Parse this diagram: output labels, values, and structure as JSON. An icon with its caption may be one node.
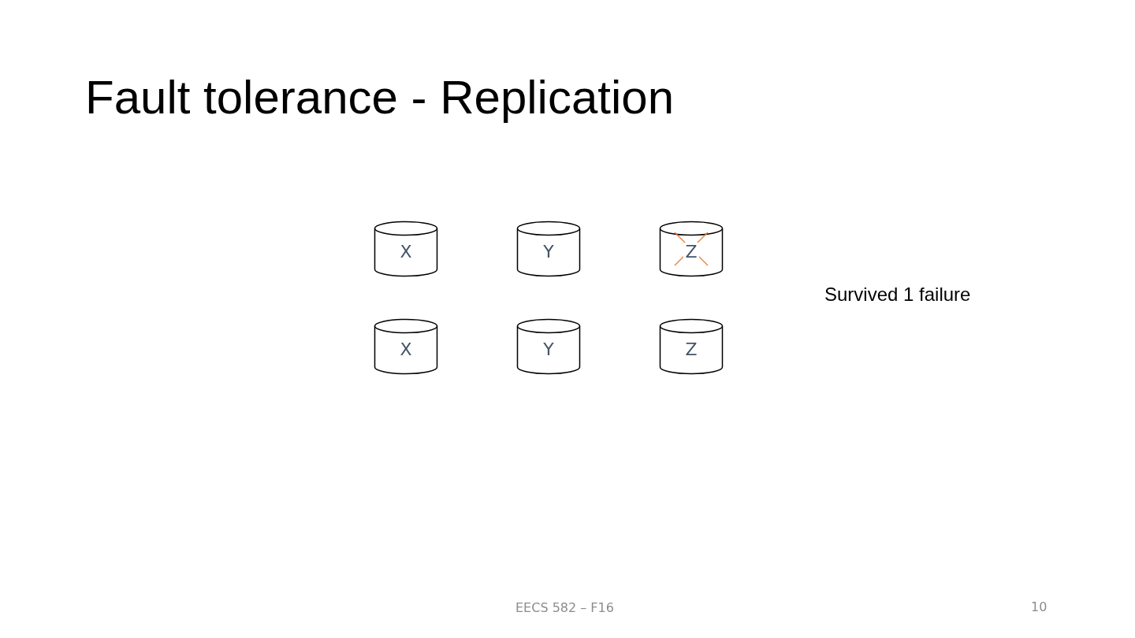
{
  "diagram": {
    "title": "Fault tolerance - Replication",
    "nodes": [
      {
        "text": [
          "X"
        ]
      },
      {
        "text": [
          "Y"
        ]
      },
      {
        "text": [
          "Z"
        ]
      },
      {
        "text": [
          "X"
        ]
      },
      {
        "text": [
          "Y"
        ]
      },
      {
        "text": [
          "Z"
        ]
      }
    ],
    "edges": [],
    "labels": [
      "Survived 1 failure",
      "EECS 582 – F16",
      "10"
    ]
  }
}
